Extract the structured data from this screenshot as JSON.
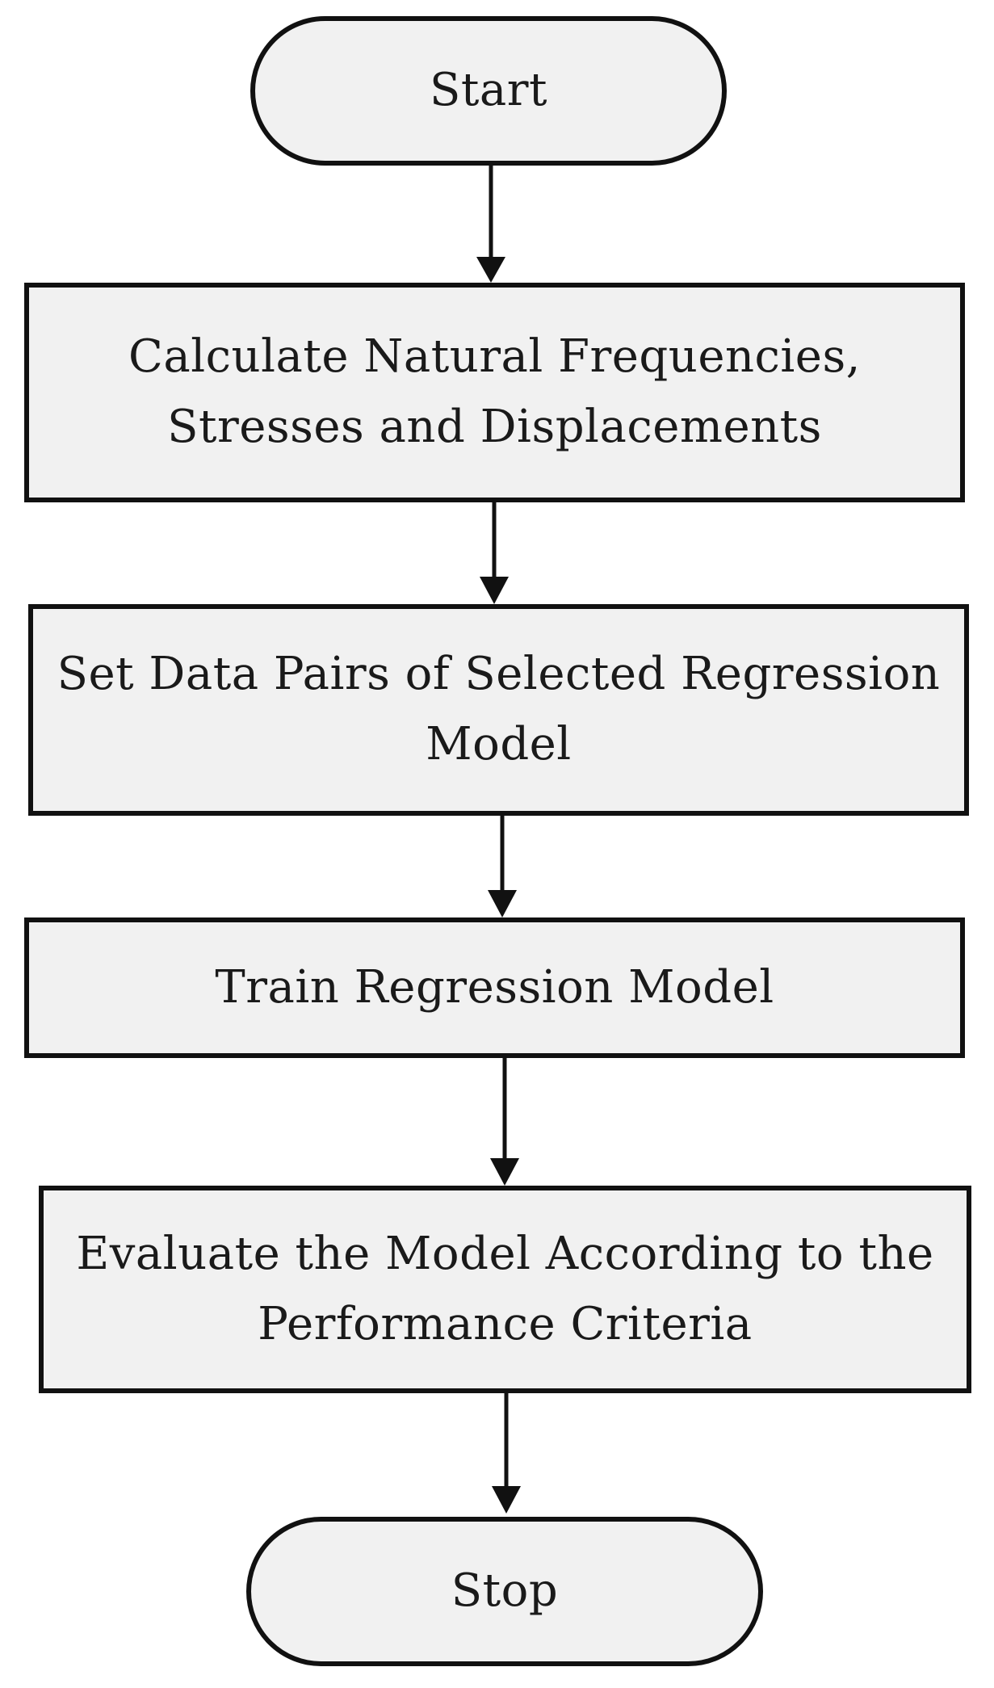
{
  "flowchart": {
    "start": "Start",
    "step1": "Calculate Natural Frequencies, Stresses and Displacements",
    "step2": "Set Data Pairs of Selected Regression Model",
    "step3": "Train Regression Model",
    "step4": "Evaluate the Model According to the Performance Criteria",
    "stop": "Stop"
  },
  "colors": {
    "node_fill": "#f1f1f1",
    "stroke": "#111111"
  }
}
